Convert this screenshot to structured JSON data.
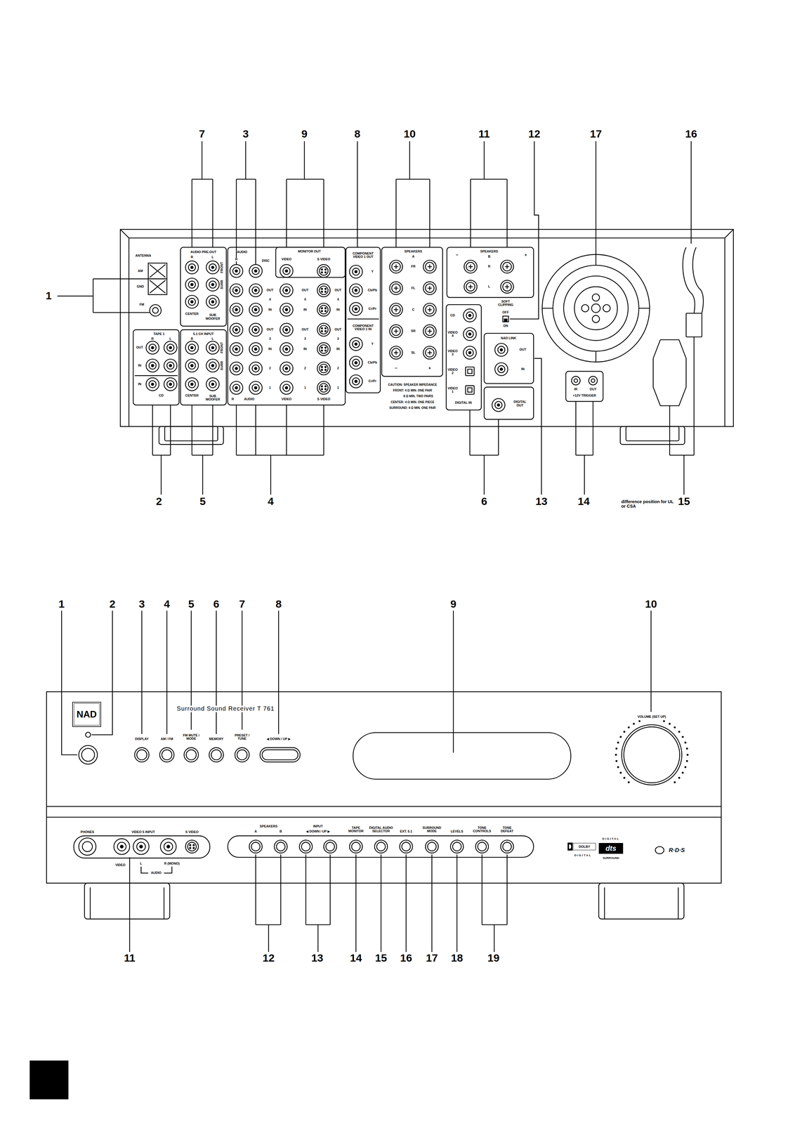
{
  "diagram": {
    "nodes": [
      {
        "text": [
          "NAD"
        ]
      },
      {
        "text": [
          "DOLBY"
        ]
      },
      {
        "text": [
          "dts"
        ]
      }
    ],
    "labels": [
      "7",
      "3",
      "9",
      "8",
      "10",
      "11",
      "12",
      "17",
      "16",
      "1",
      "2",
      "5",
      "4",
      "6",
      "13",
      "14",
      "15",
      "difference position for UL or CSA",
      "ANTENNA",
      "AM",
      "GND",
      "FM",
      "AUDIO PRE-OUT",
      "R",
      "L",
      "FRONT",
      "SURR",
      "CENTER",
      "SUB WOOFER",
      "AUDIO",
      "R",
      "DISC",
      "MONITOR OUT",
      "VIDEO",
      "S VIDEO",
      "OUT",
      "4",
      "IN",
      "OUT",
      "3",
      "IN",
      "2",
      "1",
      "OUT",
      "4",
      "IN",
      "OUT",
      "3",
      "IN",
      "2",
      "1",
      "OUT",
      "4",
      "IN",
      "OUT",
      "3",
      "IN",
      "2",
      "1",
      "R",
      "AUDIO",
      "VIDEO",
      "S VIDEO",
      "COMPONENT VIDEO 1 OUT",
      "Y",
      "Cb/Pb",
      "Cr/Pr",
      "COMPONENT VIDEO 1 IN",
      "Y",
      "Cb/Pb",
      "Cr/Pr",
      "SPEAKERS",
      "A",
      "FR",
      "FL",
      "C",
      "SR",
      "SL",
      "−",
      "+",
      "CAUTION: SPEAKER IMPEDANCE",
      "FRONT: 4 Ω MIN. ONE PAIR",
      "8 Ω MIN. TWO PAIRS",
      "CENTER: 4 Ω MIN. ONE PIECE",
      "SURROUND: 4 Ω MIN. ONE PAIR",
      "−",
      "SPEAKERS",
      "B",
      "R",
      "L",
      "+",
      "SOFT CLIPPING",
      "OFF",
      "ON",
      "CD",
      "VIDEO 4",
      "VIDEO 3",
      "VIDEO 2",
      "VIDEO 1",
      "DIGITAL IN",
      "NAD LINK",
      "OUT",
      "IN",
      "DIGITAL OUT",
      "IR",
      "OUT",
      "+12V TRIGGER",
      "TAPE 1",
      "R",
      "L",
      "OUT",
      "IN",
      "IN",
      "CD",
      "5.1 CH INPUT",
      "R",
      "L",
      "FRONT",
      "SURR",
      "CENTER",
      "SUB WOOFER",
      "1",
      "2",
      "3",
      "4",
      "5",
      "6",
      "7",
      "8",
      "9",
      "10",
      "11",
      "12",
      "13",
      "14",
      "15",
      "16",
      "17",
      "18",
      "19",
      "Surround Sound Receiver T 761",
      "DISPLAY",
      "AM / FM",
      "FM MUTE / MODE",
      "MEMORY",
      "PRESET / TUNE",
      "◀ DOWN / UP ▶",
      "VOLUME (SET UP)",
      "PHONES",
      "VIDEO 5 INPUT",
      "S VIDEO",
      "VIDEO",
      "L",
      "R (MONO)",
      "AUDIO",
      "SPEAKERS",
      "A",
      "B",
      "INPUT",
      "◀ DOWN / UP ▶",
      "TAPE MONITOR",
      "DIGITAL AUDIO SELECTOR",
      "EXT. 5.1",
      "SURROUND MODE",
      "LEVELS",
      "TONE CONTROLS",
      "TONE DEFEAT",
      "DIGITAL",
      "DIGITAL",
      "SURROUND",
      "R·D·S"
    ]
  }
}
